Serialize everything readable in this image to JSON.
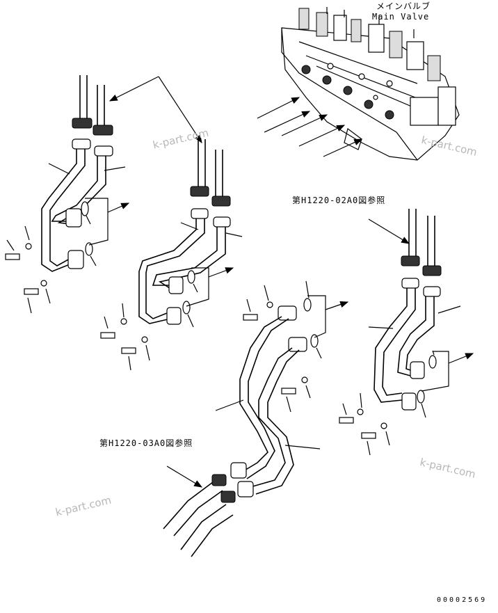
{
  "labels": {
    "main_valve_jp": "メインバルブ",
    "main_valve_en": "Main Valve",
    "ref_h1220_02a0": "第H1220-02A0図参照",
    "ref_h1220_03a0": "第H1220-03A0図参照",
    "drawing_number": "00002569"
  },
  "watermarks": [
    "k-part.com",
    "k-part.com",
    "k-part.com",
    "k-part.com"
  ]
}
